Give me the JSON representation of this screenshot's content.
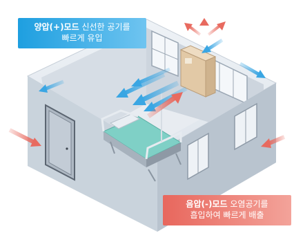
{
  "positive_mode": {
    "title": "양압(+)모드",
    "text_line1": "신선한 공기를",
    "text_line2": "빠르게 유입",
    "color": "#1e9fe0"
  },
  "negative_mode": {
    "title": "음압(-)모드",
    "text_line1": "오염공기를",
    "text_line2": "흡입하여 빠르게 배출",
    "color": "#e8675d"
  },
  "colors": {
    "wall": "#c9d3dc",
    "floor": "#e4e8ed",
    "inflow_arrow": "#3aa6e3",
    "outflow_arrow": "#e86a5f",
    "bed_mattress": "#7fd0c6",
    "unit": "#e2c9a6"
  }
}
